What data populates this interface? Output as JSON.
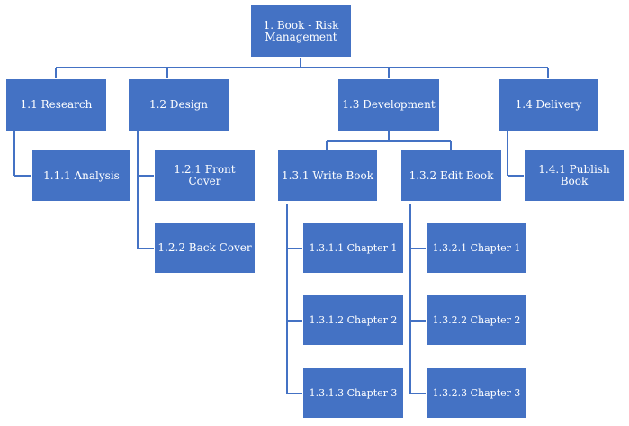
{
  "diagram": {
    "root": {
      "label": "1. Book - Risk\nManagement"
    },
    "research": {
      "label": "1.1 Research"
    },
    "analysis": {
      "label": "1.1.1 Analysis"
    },
    "design": {
      "label": "1.2 Design"
    },
    "front_cover": {
      "label": "1.2.1 Front Cover"
    },
    "back_cover": {
      "label": "1.2.2 Back Cover"
    },
    "development": {
      "label": "1.3 Development"
    },
    "write_book": {
      "label": "1.3.1 Write Book"
    },
    "write_ch1": {
      "label": "1.3.1.1 Chapter 1"
    },
    "write_ch2": {
      "label": "1.3.1.2 Chapter 2"
    },
    "write_ch3": {
      "label": "1.3.1.3 Chapter 3"
    },
    "edit_book": {
      "label": "1.3.2 Edit Book"
    },
    "edit_ch1": {
      "label": "1.3.2.1 Chapter 1"
    },
    "edit_ch2": {
      "label": "1.3.2.2 Chapter 2"
    },
    "edit_ch3": {
      "label": "1.3.2.3 Chapter 3"
    },
    "delivery": {
      "label": "1.4 Delivery"
    },
    "publish_book": {
      "label": "1.4.1 Publish Book"
    }
  },
  "colors": {
    "node_fill": "#4472c4",
    "node_text": "#ffffff",
    "connector": "#4472c4"
  }
}
